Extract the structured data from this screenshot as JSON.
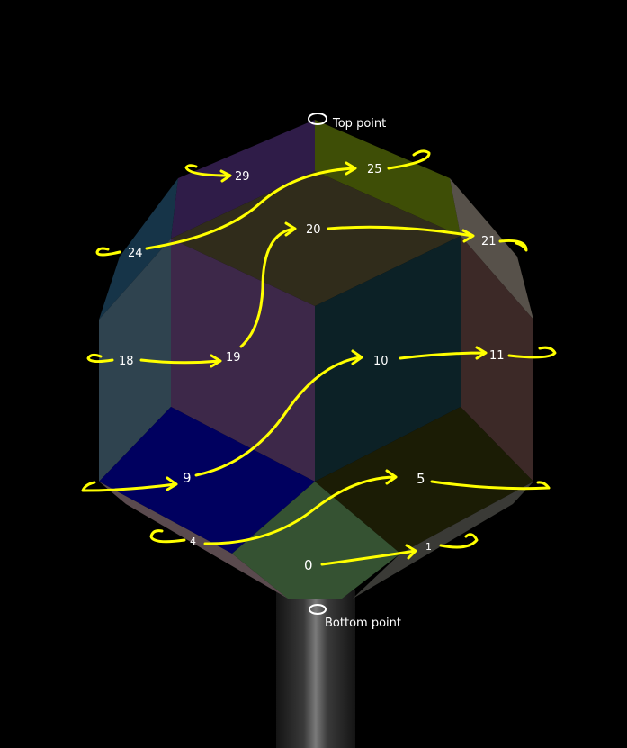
{
  "colors": {
    "background": "#000000",
    "arrow": "#ffff00",
    "marker": "#ffffff",
    "label": "#ffffff"
  },
  "points": {
    "top": "Top point",
    "bottom": "Bottom point"
  },
  "faces": [
    {
      "label": "0",
      "color": "#355232"
    },
    {
      "label": "1",
      "color": "#3a3a36"
    },
    {
      "label": "4",
      "color": "#5a4a4e"
    },
    {
      "label": "5",
      "color": "#1b1c05"
    },
    {
      "label": "9",
      "color": "#00005f"
    },
    {
      "label": "10",
      "color": "#0c2126"
    },
    {
      "label": "11",
      "color": "#3c2927"
    },
    {
      "label": "18",
      "color": "#2f434f"
    },
    {
      "label": "19",
      "color": "#3d2849"
    },
    {
      "label": "20",
      "color": "#302c1b"
    },
    {
      "label": "21",
      "color": "#57514a"
    },
    {
      "label": "24",
      "color": "#163448"
    },
    {
      "label": "25",
      "color": "#3e4e06"
    },
    {
      "label": "29",
      "color": "#2f1c48"
    }
  ],
  "stand_color": "#3a3a3a"
}
